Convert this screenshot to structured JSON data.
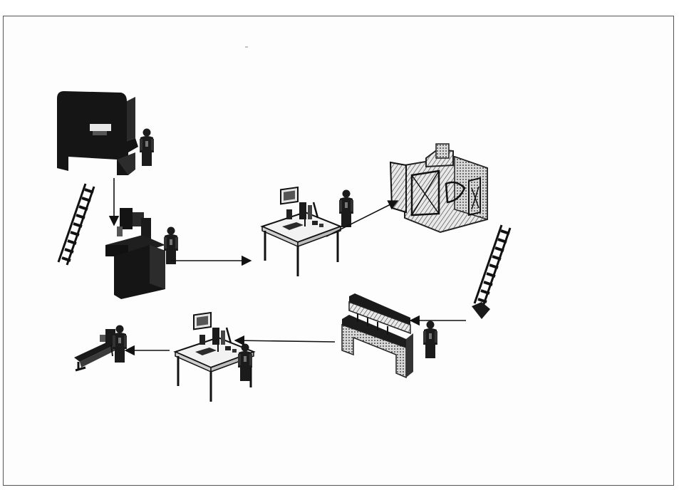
{
  "diagram": {
    "stations": [
      {
        "id": "press",
        "icon": "punch-press-icon",
        "has_operator": true
      },
      {
        "id": "drill",
        "icon": "drill-press-icon",
        "has_operator": true
      },
      {
        "id": "workbench-1",
        "icon": "workbench-computer-icon",
        "has_operator": true
      },
      {
        "id": "cnc-machine",
        "icon": "cnc-machining-center-icon",
        "has_operator": false
      },
      {
        "id": "press-brake",
        "icon": "press-brake-icon",
        "has_operator": true
      },
      {
        "id": "workbench-2",
        "icon": "workbench-computer-icon",
        "has_operator": true
      },
      {
        "id": "welder",
        "icon": "welding-station-icon",
        "has_operator": true
      }
    ],
    "conveyors": [
      {
        "id": "conveyor-1",
        "icon": "roller-conveyor-icon"
      },
      {
        "id": "conveyor-2",
        "icon": "roller-conveyor-icon"
      }
    ],
    "flow": [
      [
        "press",
        "drill"
      ],
      [
        "drill",
        "workbench-1"
      ],
      [
        "workbench-1",
        "cnc-machine"
      ],
      [
        "press-brake",
        "workbench-2"
      ],
      [
        "workbench-2",
        "welder"
      ]
    ],
    "colors": {
      "frame": "#555555",
      "machine_dark": "#1a1a1a",
      "machine_light": "#e8e8e8",
      "stroke": "#111111",
      "arrow": "#111111"
    }
  }
}
